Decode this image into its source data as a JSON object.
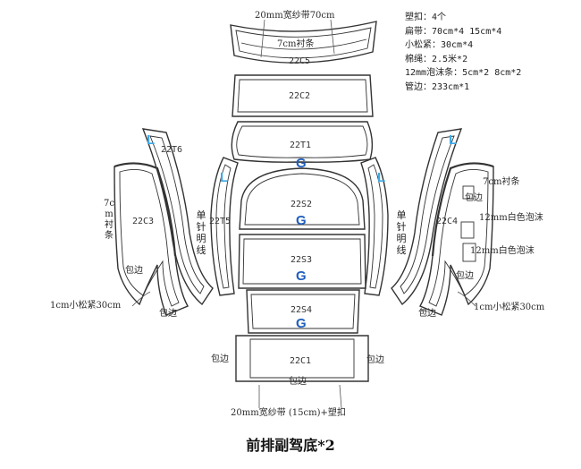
{
  "notes": [
    "塑扣：4个",
    "扁带：70cm*4  15cm*4",
    "小松紧：30cm*4",
    "棉绳：2.5米*2",
    "12mm泡沫条：5cm*2  8cm*2",
    "管边：233cm*1"
  ],
  "pieces": {
    "c5": "22C5",
    "c2": "22C2",
    "t1": "22T1",
    "t6": "22T6",
    "t5": "22T5",
    "s2": "22S2",
    "s3": "22S3",
    "s4": "22S4",
    "c3": "22C3",
    "c4": "22C4",
    "c1": "22C1"
  },
  "marks": {
    "g": "G",
    "l": "L"
  },
  "labels": {
    "top_strap": "20mm宽纱带70cm",
    "top_lining": "7cm衬条",
    "left_lining": "7cm衬条",
    "right_lining": "7cm衬条",
    "single_stitch": "单针明线",
    "binding": "包边",
    "elastic": "1cm小松紧30cm",
    "foam": "12mm白色泡沫",
    "bottom_strap": "20mm宽纱带 (15cm)+塑扣"
  },
  "title": "前排副驾底*2"
}
